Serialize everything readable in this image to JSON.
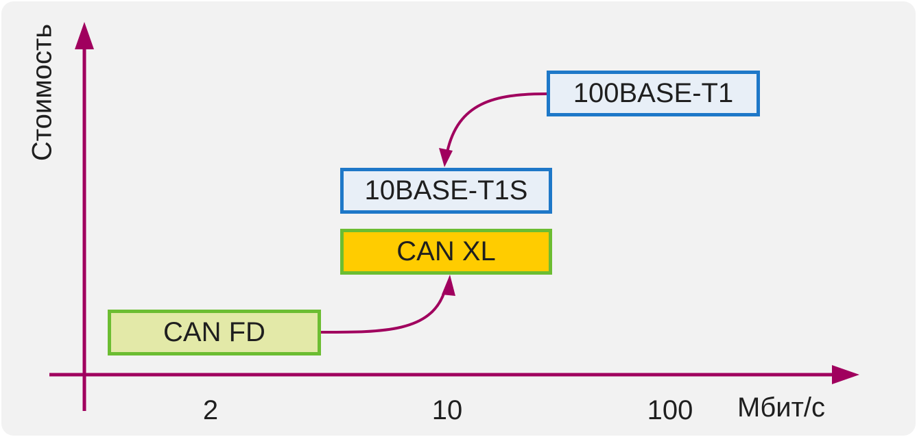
{
  "axes": {
    "y_label": "Стоимость",
    "x_unit": "Мбит/с",
    "x_ticks": [
      "2",
      "10",
      "100"
    ],
    "axis_color": "#a0005e"
  },
  "boxes": [
    {
      "label": "100BASE-T1",
      "fill": "#e8eff7",
      "border": "#1e78c8"
    },
    {
      "label": "10BASE-T1S",
      "fill": "#e8eff7",
      "border": "#1e78c8"
    },
    {
      "label": "CAN XL",
      "fill": "#ffcc00",
      "border": "#6cbd32"
    },
    {
      "label": "CAN FD",
      "fill": "#e3e9a8",
      "border": "#6cbd32"
    }
  ],
  "arrows": [
    {
      "from": "100BASE-T1",
      "to": "10BASE-T1S"
    },
    {
      "from": "CAN FD",
      "to": "CAN XL"
    }
  ]
}
